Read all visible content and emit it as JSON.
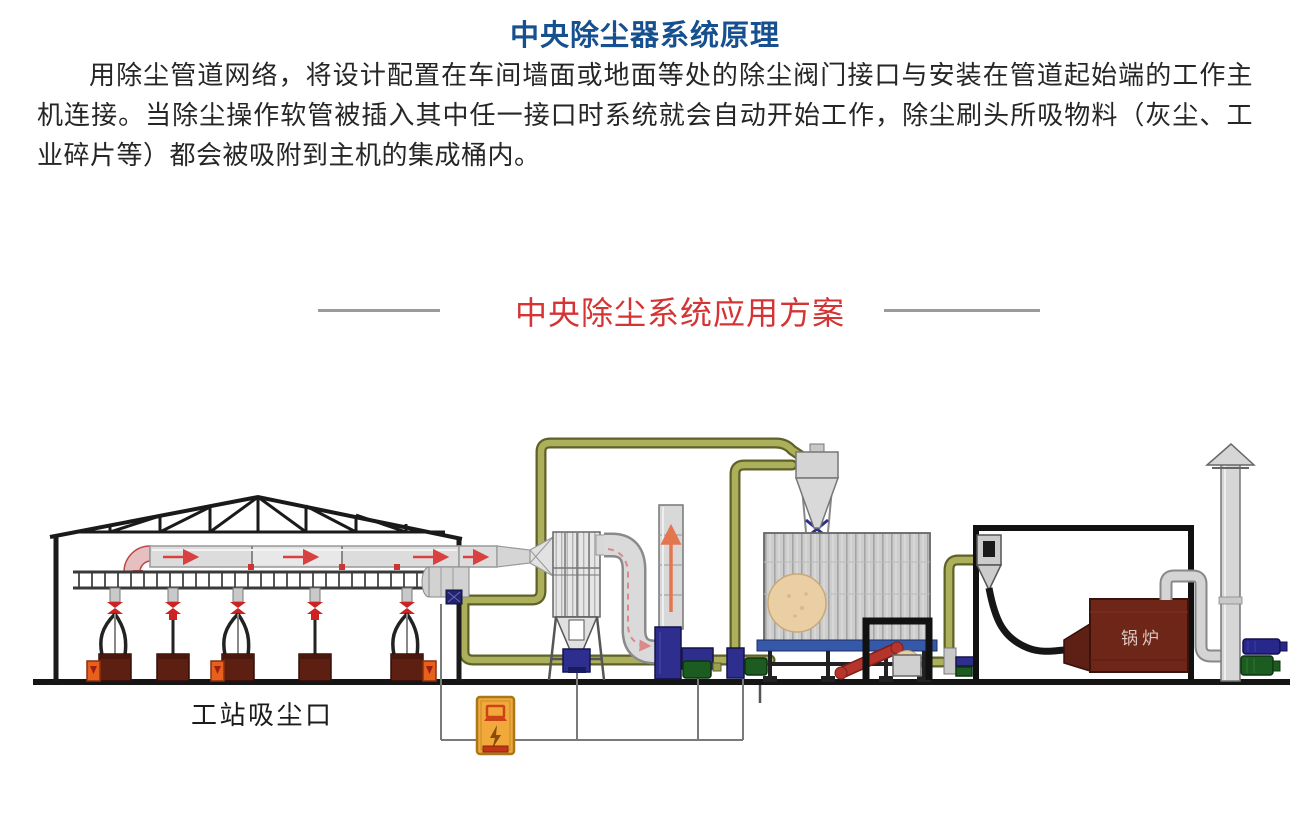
{
  "page": {
    "title": "中央除尘器系统原理",
    "intro_paragraph": "用除尘管道网络，将设计配置在车间墙面或地面等处的除尘阀门接口与安装在管道起始端的工作主机连接。当除尘操作软管被插入其中任一接口时系统就会自动开始工作，除尘刷头所吸物料（灰尘、工业碎片等）都会被吸附到主机的集成桶内。",
    "section_heading": "中央除尘系统应用方案"
  },
  "diagram": {
    "workstation_label": "工站吸尘口",
    "boiler_label": "锅炉"
  },
  "colors": {
    "title_blue": "#17508f",
    "heading_red": "#d43434",
    "heading_line_gray": "#9b9b9b",
    "body_text": "#262626",
    "pipe_olive": "#adb05b",
    "duct_gray": "#dcdcdc",
    "equipment_navy": "#2e2e8f",
    "motor_green": "#1d5c20",
    "workbench_maroon": "#5e1f13",
    "boiler_maroon": "#6e2619",
    "bin_orange": "#e8611c",
    "control_box_orange": "#f2a93b",
    "conveyor_red": "#b5342c",
    "material_tan": "#eacfa5",
    "flow_arrow_red": "#d94040"
  }
}
